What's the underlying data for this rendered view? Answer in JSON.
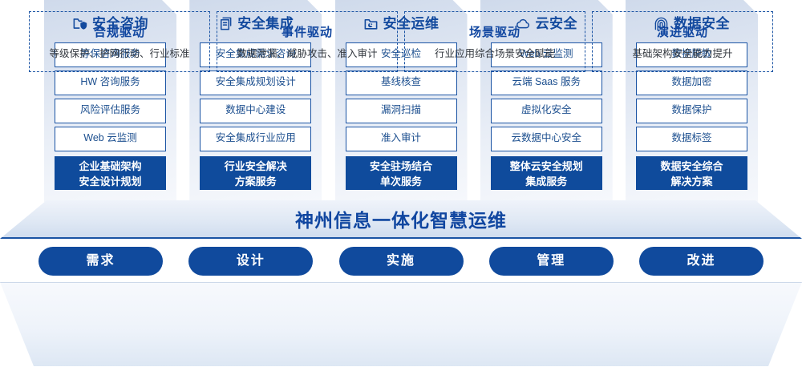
{
  "pillars": [
    {
      "icon": "folder-shield-icon",
      "title": "安全咨询",
      "items": [
        "等保咨询服务",
        "HW 咨询服务",
        "风险评估服务",
        "Web 云监测"
      ],
      "highlight": [
        "企业基础架构",
        "安全设计规划"
      ]
    },
    {
      "icon": "document-stack-icon",
      "title": "安全集成",
      "items": [
        "安全集成需求咨询",
        "安全集成规划设计",
        "数据中心建设",
        "安全集成行业应用"
      ],
      "highlight": [
        "行业安全解决",
        "方案服务"
      ]
    },
    {
      "icon": "folder-chart-icon",
      "title": "安全运维",
      "items": [
        "安全巡检",
        "基线核查",
        "漏洞扫描",
        "准入审计"
      ],
      "highlight": [
        "安全驻场结合",
        "单次服务"
      ]
    },
    {
      "icon": "cloud-icon",
      "title": "云安全",
      "items": [
        "Web 云监测",
        "云端 Saas 服务",
        "虚拟化安全",
        "云数据中心安全"
      ],
      "highlight": [
        "整体云安全规划",
        "集成服务"
      ]
    },
    {
      "icon": "fingerprint-icon",
      "title": "数据安全",
      "items": [
        "数据脱敏",
        "数据加密",
        "数据保护",
        "数据标签"
      ],
      "highlight": [
        "数据安全综合",
        "解决方案"
      ]
    }
  ],
  "banner": {
    "text": "神州信息一体化智慧运维"
  },
  "phases": [
    {
      "label": "需求"
    },
    {
      "label": "设计"
    },
    {
      "label": "实施"
    },
    {
      "label": "管理"
    },
    {
      "label": "改进"
    }
  ],
  "drivers": [
    {
      "title": "合规驱动",
      "subtitle": "等级保护、护网行动、行业标准"
    },
    {
      "title": "事件驱动",
      "subtitle": "数据泄漏、威胁攻击、准入审计"
    },
    {
      "title": "场景驱动",
      "subtitle": "行业应用综合场景安全赋能"
    },
    {
      "title": "演进驱动",
      "subtitle": "基础架构安全能力提升"
    }
  ],
  "colors": {
    "brand_blue": "#104a9d",
    "title_blue": "#134a9e",
    "card_border": "#1b54a4",
    "item_text": "#1c4f8f",
    "sub_text": "#33383f"
  }
}
